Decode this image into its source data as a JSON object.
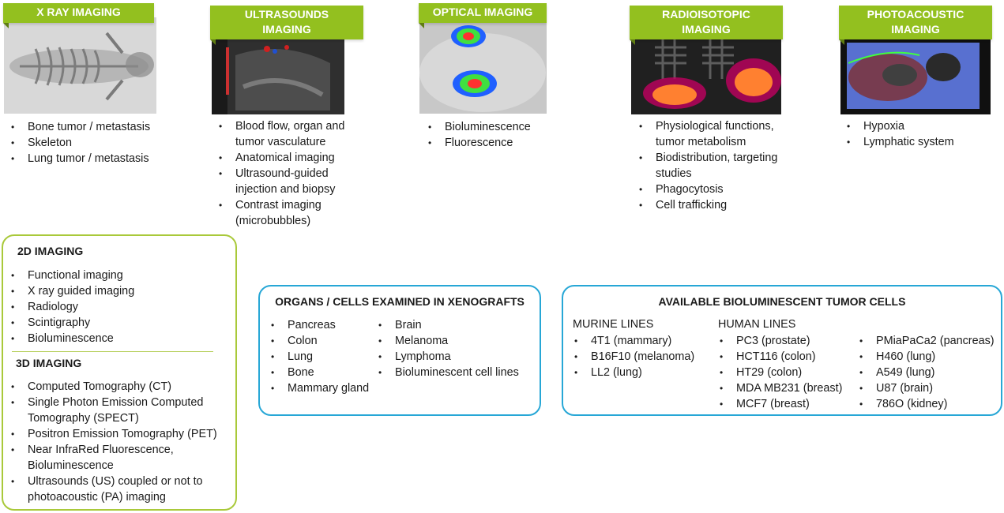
{
  "modalities": [
    {
      "title": "X RAY IMAGING",
      "items": [
        "Bone tumor / metastasis",
        "Skeleton",
        "Lung tumor / metastasis"
      ]
    },
    {
      "title": "ULTRASOUNDS IMAGING",
      "items": [
        "Blood flow, organ and tumor vasculature",
        "Anatomical imaging",
        "Ultrasound-guided injection and biopsy",
        "Contrast imaging (microbubbles)"
      ]
    },
    {
      "title": "OPTICAL IMAGING",
      "items": [
        "Bioluminescence",
        "Fluorescence"
      ]
    },
    {
      "title": "RADIOISOTOPIC IMAGING",
      "items": [
        "Physiological functions, tumor metabolism",
        "Biodistribution, targeting studies",
        "Phagocytosis",
        "Cell trafficking"
      ]
    },
    {
      "title": "PHOTOACOUSTIC IMAGING",
      "items": [
        "Hypoxia",
        "Lymphatic system"
      ]
    }
  ],
  "imaging_box": {
    "title_2d": "2D IMAGING",
    "items_2d": [
      "Functional imaging",
      "X ray guided imaging",
      "Radiology",
      "Scintigraphy",
      "Bioluminescence"
    ],
    "title_3d": "3D IMAGING",
    "items_3d": [
      "Computed Tomography (CT)",
      "Single Photon Emission Computed Tomography  (SPECT)",
      "Positron Emission Tomography (PET)",
      "Near InfraRed Fluorescence, Bioluminescence",
      "Ultrasounds (US) coupled or not to photoacoustic (PA) imaging"
    ]
  },
  "organs_box": {
    "title": "ORGANS / CELLS EXAMINED IN XENOGRAFTS",
    "col1": [
      "Pancreas",
      "Colon",
      "Lung",
      "Bone",
      "Mammary gland"
    ],
    "col2": [
      "Brain",
      "Melanoma",
      "Lymphoma",
      "Bioluminescent cell lines"
    ]
  },
  "cells_box": {
    "title": "AVAILABLE BIOLUMINESCENT TUMOR CELLS",
    "murine_label": "MURINE LINES",
    "murine": [
      "4T1 (mammary)",
      "B16F10 (melanoma)",
      "LL2 (lung)"
    ],
    "human_label": "HUMAN LINES",
    "human1": [
      "PC3 (prostate)",
      "HCT116 (colon)",
      "HT29 (colon)",
      "MDA MB231 (breast)",
      "MCF7 (breast)"
    ],
    "human2": [
      "PMiaPaCa2 (pancreas)",
      "H460 (lung)",
      "A549 (lung)",
      "U87 (brain)",
      "786O (kidney)"
    ]
  },
  "colors": {
    "banner": "#93c01f",
    "green_border": "#a9c93a",
    "blue_border": "#27a7d6"
  }
}
